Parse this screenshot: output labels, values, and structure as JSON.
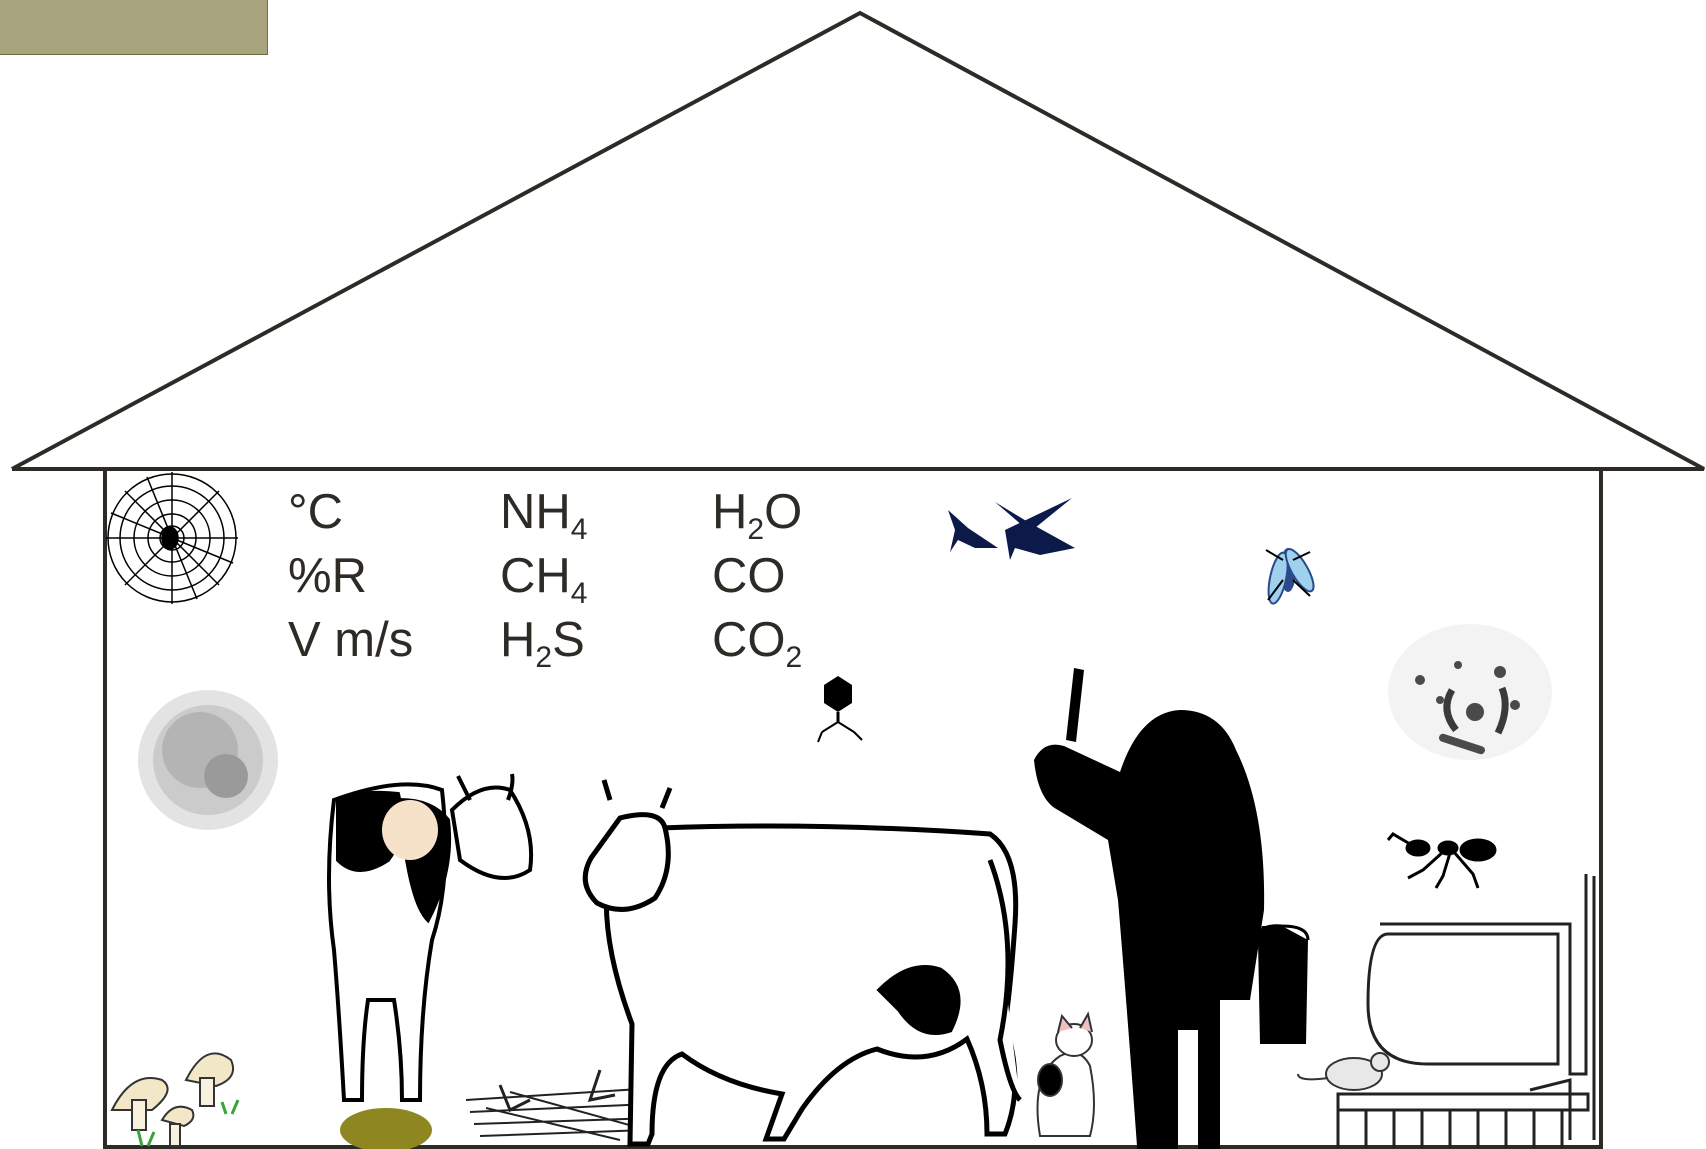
{
  "labels": {
    "col1": [
      "°C",
      "%R",
      "V m/s"
    ],
    "col2": [
      {
        "base": "NH",
        "sub": "4",
        "tail": ""
      },
      {
        "base": "CH",
        "sub": "4",
        "tail": ""
      },
      {
        "base": "H",
        "sub": "2",
        "tail": "S"
      }
    ],
    "col3": [
      {
        "base": "H",
        "sub": "2",
        "tail": "O"
      },
      {
        "base": "CO",
        "sub": "",
        "tail": ""
      },
      {
        "base": "CO",
        "sub": "2",
        "tail": ""
      }
    ]
  },
  "colors": {
    "outline": "#2e2b26",
    "tab": "#a8a57e",
    "birds": "#0c1a4a",
    "fly": "#9fd0ee",
    "straw_puddle": "#8e8620",
    "udder": "#f6e2c8"
  },
  "icons": [
    "spider-web-icon",
    "dust-cloud-icon",
    "swallows-icon",
    "fly-icon",
    "bacteria-icon",
    "virus-icon",
    "ant-icon",
    "mushrooms-icon",
    "straw-icon",
    "cow-rear-icon",
    "cow-side-icon",
    "cat-icon",
    "farmer-icon",
    "rat-icon",
    "stall-icon"
  ]
}
